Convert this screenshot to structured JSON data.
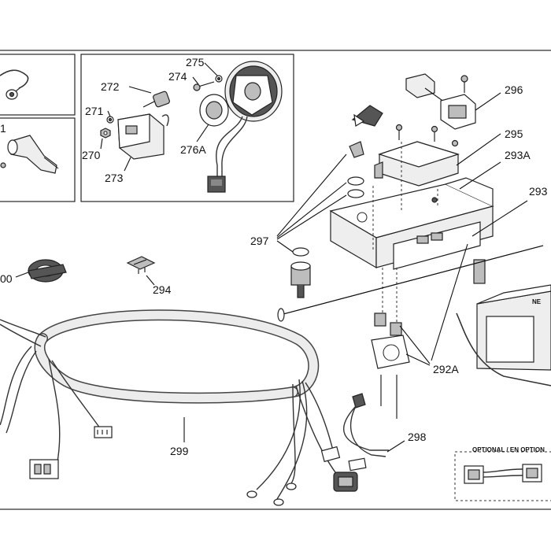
{
  "labels": {
    "l270": "270",
    "l271": "271",
    "l272": "272",
    "l273": "273",
    "l274": "274",
    "l275": "275",
    "l276a": "276A",
    "l1_partial": "1",
    "l292a": "292A",
    "l293a": "293A",
    "l293_partial": "293",
    "l294": "294",
    "l295": "295",
    "l296": "296",
    "l297": "297",
    "l298": "298",
    "l299": "299",
    "l300_partial": "00",
    "optional_caption": "OPTIONAL / EN OPTION",
    "box_text_partial": "NE"
  }
}
